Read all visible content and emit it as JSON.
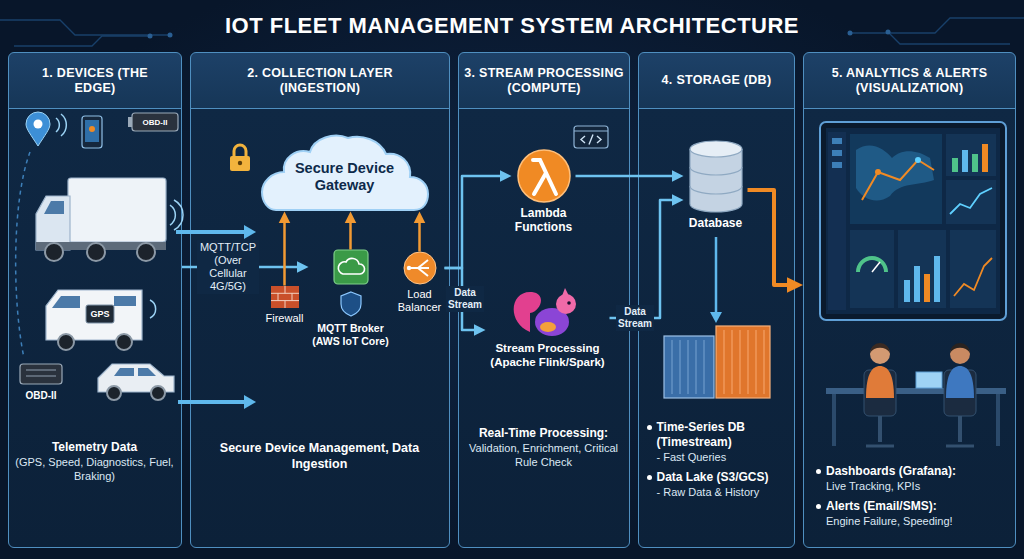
{
  "diagram": {
    "title": "IOT FLEET MANAGEMENT SYSTEM ARCHITECTURE",
    "nodes": [
      {
        "text": [
          "1. DEVICES (THE EDGE)",
          "Telemetry Data",
          "(GPS, Speed, Diagnostics, Fuel, Braking)"
        ]
      },
      {
        "text": [
          "2. COLLECTION LAYER (INGESTION)",
          "Secure Device Management, Data Ingestion"
        ]
      },
      {
        "text": [
          "Secure Device Gateway"
        ],
        "in": 1
      },
      {
        "text": [
          "Firewall"
        ],
        "in": 1
      },
      {
        "text": [
          "MQTT Broker (AWS IoT Core)"
        ],
        "in": 1
      },
      {
        "text": [
          "Load Balancer"
        ],
        "in": 1
      },
      {
        "text": [
          "3. STREAM PROCESSING (COMPUTE)",
          "Real-Time Processing:",
          "Validation, Enrichment, Critical Rule Check"
        ]
      },
      {
        "text": [
          "Lambda Functions"
        ],
        "in": 6
      },
      {
        "text": [
          "Stream Processing (Apache Flink/Spark)"
        ],
        "in": 6
      },
      {
        "text": [
          "4. STORAGE (DB)",
          "Time-Series DB (Timestream)",
          "- Fast Queries",
          "Data Lake (S3/GCS)",
          "- Raw Data & History"
        ]
      },
      {
        "text": [
          "Database"
        ],
        "in": 9
      },
      {
        "text": [
          "5. ANALYTICS & ALERTS (VISUALIZATION)",
          "Dashboards (Grafana):",
          "Live Tracking, KPIs",
          "Alerts (Email/SMS):",
          "Engine Failure, Speeding!"
        ]
      }
    ],
    "edges": [
      {
        "from": 0,
        "to": 4,
        "label": "MQTT/TCP (Over Cellular 4G/5G)",
        "arrow": "to"
      },
      {
        "from": 3,
        "to": 2,
        "arrow": "to"
      },
      {
        "from": 4,
        "to": 2,
        "arrow": "to"
      },
      {
        "from": 5,
        "to": 2,
        "arrow": "to"
      },
      {
        "from": 5,
        "to": 7,
        "arrow": "to"
      },
      {
        "from": 5,
        "to": 8,
        "label": "Data Stream",
        "arrow": "to"
      },
      {
        "from": 7,
        "to": 10,
        "arrow": "to"
      },
      {
        "from": 8,
        "to": 10,
        "label": "Data Stream",
        "arrow": "to"
      },
      {
        "from": 10,
        "to": 11,
        "arrow": "to"
      }
    ],
    "labels": [
      "OBD-II",
      "GPS",
      "OBD-II"
    ]
  }
}
